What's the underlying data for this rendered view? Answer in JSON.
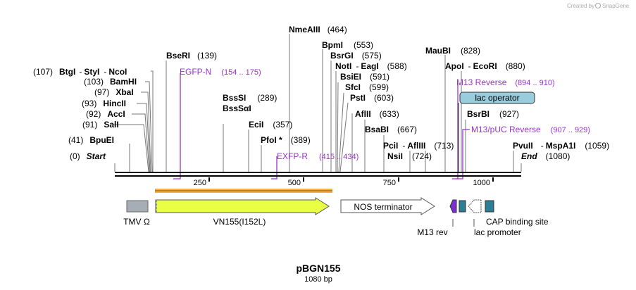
{
  "watermark": {
    "created_by": "Created by",
    "brand": "SnapGene"
  },
  "plasmid": {
    "name": "pBGN155",
    "length_label": "1080 bp"
  },
  "colors": {
    "primer": "#9933cc",
    "vn155_fill": "#e8ff44",
    "tmv_fill": "#a6adb5",
    "teal_fill": "#2a7f96",
    "m13_fill": "#7a2fd0",
    "lac_operator_fill": "#99ccdd",
    "orf_highlight": "#f5b04c"
  },
  "ruler": {
    "ticks": [
      "250",
      "500",
      "750",
      "1000"
    ]
  },
  "sites": {
    "start": {
      "pos": "(0)",
      "name": "Start"
    },
    "bpuei": {
      "pos": "(41)",
      "name": "BpuEI"
    },
    "sali": {
      "pos": "(91)",
      "name": "SalI"
    },
    "acci": {
      "pos": "(92)",
      "name": "AccI"
    },
    "hincii": {
      "pos": "(93)",
      "name": "HincII"
    },
    "xbai": {
      "pos": "(97)",
      "name": "XbaI"
    },
    "bamhi": {
      "pos": "(103)",
      "name": "BamHI"
    },
    "btgi": {
      "pos": "(107)",
      "name1": "BtgI",
      "sep1": "-",
      "name2": "StyI",
      "sep2": "-",
      "name3": "NcoI"
    },
    "seri": {
      "name": "BseRI",
      "pos": "(139)"
    },
    "bsssi": {
      "name": "BssSI",
      "pos": "(289)",
      "name2": "BssSαI"
    },
    "ecii": {
      "name": "EciI",
      "pos": "(357)"
    },
    "pfoi": {
      "name": "PfoI *",
      "pos": "(389)"
    },
    "nmeaiii": {
      "name": "NmeAIII",
      "pos": "(464)"
    },
    "bpmi": {
      "name": "BpmI",
      "pos": "(553)"
    },
    "bsrgi": {
      "name": "BsrGI",
      "pos": "(575)"
    },
    "noti": {
      "name1": "NotI",
      "sep": "-",
      "name2": "EagI",
      "pos": "(588)"
    },
    "bsiei": {
      "name": "BsiEI",
      "pos": "(591)"
    },
    "sfci": {
      "name": "SfcI",
      "pos": "(599)"
    },
    "psti": {
      "name": "PstI",
      "pos": "(603)"
    },
    "aflii": {
      "name": "AflII",
      "pos": "(633)"
    },
    "bsabi": {
      "name": "BsaBI",
      "pos": "(667)"
    },
    "pcii": {
      "name1": "PciI",
      "sep": "-",
      "name2": "AflIII",
      "pos": "(713)"
    },
    "nsii": {
      "name": "NsiI",
      "pos": "(724)"
    },
    "maubi": {
      "name": "MauBI",
      "pos": "(828)"
    },
    "apoi": {
      "name1": "ApoI",
      "sep": "-",
      "name2": "EcoRI",
      "pos": "(880)"
    },
    "bsrbi": {
      "name": "BsrBI",
      "pos": "(927)"
    },
    "pvuii": {
      "name1": "PvuII",
      "sep": "-",
      "name2": "MspA1I",
      "pos": "(1059)"
    },
    "end": {
      "name": "End",
      "pos": "(1080)"
    }
  },
  "primers": {
    "egfp_n": {
      "name": "EGFP-N",
      "range": "(154 .. 175)"
    },
    "exfp_r": {
      "name": "EXFP-R",
      "range": "(415 .. 434)"
    },
    "m13_reverse": {
      "name": "M13 Reverse",
      "range": "(894 .. 910)"
    },
    "m13_puc_reverse": {
      "name": "M13/pUC Reverse",
      "range": "(907 .. 929)"
    }
  },
  "features": {
    "lac_operator": "lac operator",
    "tmv": "TMV Ω",
    "vn155": "VN155(I152L)",
    "nos": "NOS terminator",
    "m13_rev": "M13 rev",
    "lac_promoter": "lac promoter",
    "cap": "CAP binding site"
  }
}
